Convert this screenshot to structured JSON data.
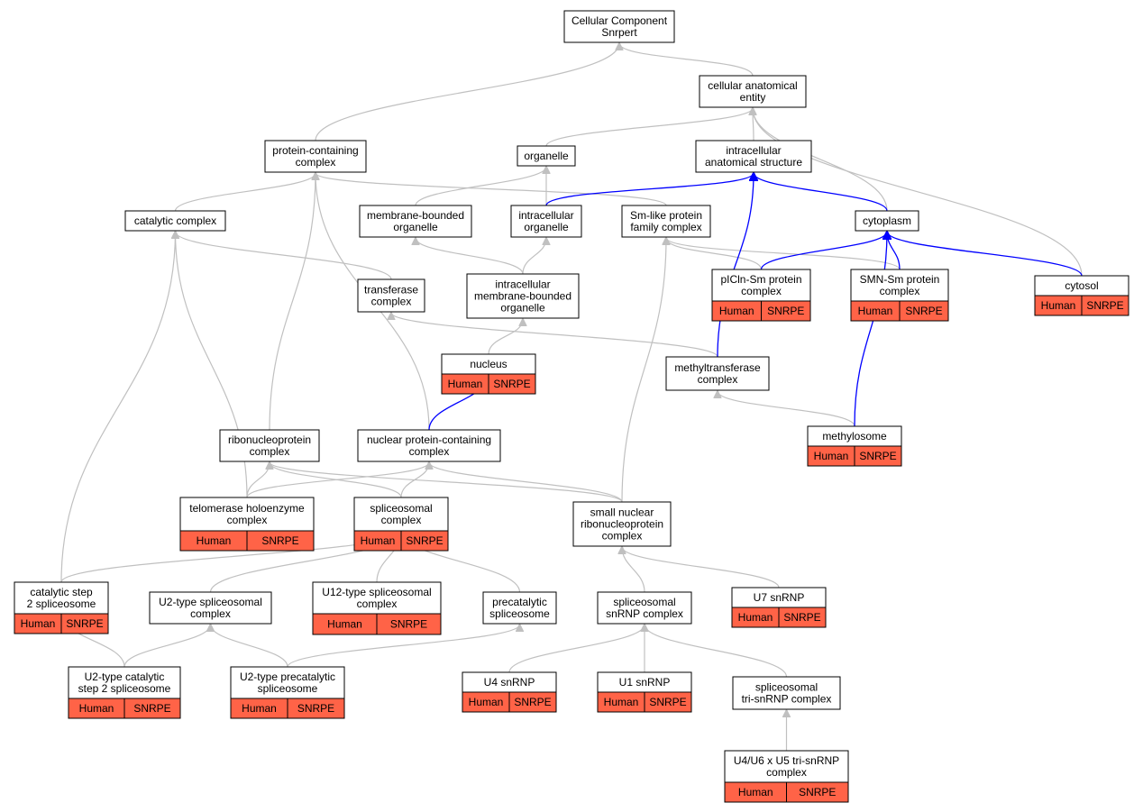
{
  "colors": {
    "edge_is_a": "#c0c0c0",
    "edge_part_of": "#0000ff",
    "annotation_fill": "#ff6347"
  },
  "nodes": {
    "root": {
      "lines": [
        "Cellular Component",
        "Snrpert"
      ]
    },
    "cae": {
      "lines": [
        "cellular anatomical",
        "entity"
      ]
    },
    "pcc": {
      "lines": [
        "protein-containing",
        "complex"
      ]
    },
    "organelle": {
      "lines": [
        "organelle"
      ]
    },
    "ias": {
      "lines": [
        "intracellular",
        "anatomical structure"
      ]
    },
    "cat": {
      "lines": [
        "catalytic complex"
      ]
    },
    "mbo": {
      "lines": [
        "membrane-bounded",
        "organelle"
      ]
    },
    "io": {
      "lines": [
        "intracellular",
        "organelle"
      ]
    },
    "smlike": {
      "lines": [
        "Sm-like protein",
        "family complex"
      ]
    },
    "cyto": {
      "lines": [
        "cytoplasm"
      ]
    },
    "transf": {
      "lines": [
        "transferase",
        "complex"
      ]
    },
    "imbo": {
      "lines": [
        "intracellular",
        "membrane-bounded",
        "organelle"
      ]
    },
    "picln": {
      "lines": [
        "pICln-Sm protein",
        "complex"
      ],
      "annot": [
        "Human",
        "SNRPE"
      ]
    },
    "smn": {
      "lines": [
        "SMN-Sm protein",
        "complex"
      ],
      "annot": [
        "Human",
        "SNRPE"
      ]
    },
    "cytosol": {
      "lines": [
        "cytosol"
      ],
      "annot": [
        "Human",
        "SNRPE"
      ]
    },
    "nucleus": {
      "lines": [
        "nucleus"
      ],
      "annot": [
        "Human",
        "SNRPE"
      ]
    },
    "mtc": {
      "lines": [
        "methyltransferase",
        "complex"
      ]
    },
    "rnp": {
      "lines": [
        "ribonucleoprotein",
        "complex"
      ]
    },
    "npc": {
      "lines": [
        "nuclear protein-containing",
        "complex"
      ]
    },
    "methylosome": {
      "lines": [
        "methylosome"
      ],
      "annot": [
        "Human",
        "SNRPE"
      ]
    },
    "telo": {
      "lines": [
        "telomerase holoenzyme",
        "complex"
      ],
      "annot": [
        "Human",
        "SNRPE"
      ]
    },
    "splc": {
      "lines": [
        "spliceosomal",
        "complex"
      ],
      "annot": [
        "Human",
        "SNRPE"
      ]
    },
    "snrnp": {
      "lines": [
        "small nuclear",
        "ribonucleoprotein",
        "complex"
      ]
    },
    "cs2": {
      "lines": [
        "catalytic step",
        "2 spliceosome"
      ],
      "annot": [
        "Human",
        "SNRPE"
      ]
    },
    "u2t": {
      "lines": [
        "U2-type spliceosomal",
        "complex"
      ]
    },
    "u12": {
      "lines": [
        "U12-type spliceosomal",
        "complex"
      ],
      "annot": [
        "Human",
        "SNRPE"
      ]
    },
    "precat": {
      "lines": [
        "precatalytic",
        "spliceosome"
      ]
    },
    "ssnrnp": {
      "lines": [
        "spliceosomal",
        "snRNP complex"
      ]
    },
    "u7": {
      "lines": [
        "U7 snRNP"
      ],
      "annot": [
        "Human",
        "SNRPE"
      ]
    },
    "u2cs2": {
      "lines": [
        "U2-type catalytic",
        "step 2 spliceosome"
      ],
      "annot": [
        "Human",
        "SNRPE"
      ]
    },
    "u2pre": {
      "lines": [
        "U2-type precatalytic",
        "spliceosome"
      ],
      "annot": [
        "Human",
        "SNRPE"
      ]
    },
    "u4": {
      "lines": [
        "U4 snRNP"
      ],
      "annot": [
        "Human",
        "SNRPE"
      ]
    },
    "u1": {
      "lines": [
        "U1 snRNP"
      ],
      "annot": [
        "Human",
        "SNRPE"
      ]
    },
    "tri": {
      "lines": [
        "spliceosomal",
        "tri-snRNP complex"
      ]
    },
    "u4u6": {
      "lines": [
        "U4/U6 x U5 tri-snRNP",
        "complex"
      ],
      "annot": [
        "Human",
        "SNRPE"
      ]
    }
  },
  "edges_is_a": [
    [
      "cae",
      "root"
    ],
    [
      "pcc",
      "root"
    ],
    [
      "organelle",
      "cae"
    ],
    [
      "ias",
      "cae"
    ],
    [
      "cyto",
      "cae"
    ],
    [
      "cytosol",
      "cae"
    ],
    [
      "cat",
      "pcc"
    ],
    [
      "rnp",
      "pcc"
    ],
    [
      "npc",
      "pcc"
    ],
    [
      "smlike",
      "pcc"
    ],
    [
      "mbo",
      "organelle"
    ],
    [
      "io",
      "organelle"
    ],
    [
      "transf",
      "cat"
    ],
    [
      "telo",
      "cat"
    ],
    [
      "cs2",
      "cat"
    ],
    [
      "imbo",
      "mbo"
    ],
    [
      "imbo",
      "io"
    ],
    [
      "picln",
      "smlike"
    ],
    [
      "smn",
      "smlike"
    ],
    [
      "snrnp",
      "smlike"
    ],
    [
      "mtc",
      "transf"
    ],
    [
      "nucleus",
      "imbo"
    ],
    [
      "methylosome",
      "mtc"
    ],
    [
      "telo",
      "rnp"
    ],
    [
      "splc",
      "rnp"
    ],
    [
      "snrnp",
      "rnp"
    ],
    [
      "telo",
      "npc"
    ],
    [
      "splc",
      "npc"
    ],
    [
      "snrnp",
      "npc"
    ],
    [
      "cs2",
      "splc"
    ],
    [
      "u2t",
      "splc"
    ],
    [
      "u12",
      "splc"
    ],
    [
      "precat",
      "splc"
    ],
    [
      "ssnrnp",
      "snrnp"
    ],
    [
      "u7",
      "snrnp"
    ],
    [
      "u2cs2",
      "cs2"
    ],
    [
      "u2cs2",
      "u2t"
    ],
    [
      "u2pre",
      "u2t"
    ],
    [
      "u2pre",
      "precat"
    ],
    [
      "u4",
      "ssnrnp"
    ],
    [
      "u1",
      "ssnrnp"
    ],
    [
      "tri",
      "ssnrnp"
    ],
    [
      "u4u6",
      "tri"
    ]
  ],
  "edges_part_of": [
    [
      "io",
      "ias"
    ],
    [
      "cyto",
      "ias"
    ],
    [
      "mtc",
      "ias"
    ],
    [
      "picln",
      "cyto"
    ],
    [
      "smn",
      "cyto"
    ],
    [
      "cytosol",
      "cyto"
    ],
    [
      "methylosome",
      "cyto"
    ],
    [
      "npc",
      "nucleus"
    ]
  ]
}
